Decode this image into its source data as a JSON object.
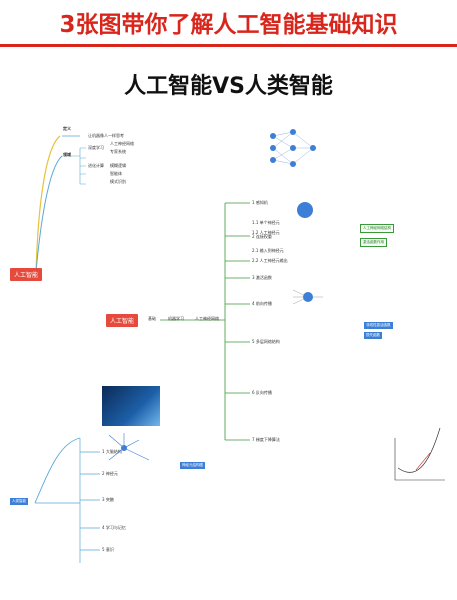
{
  "banner": {
    "title": "3张图带你了解人工智能基础知识"
  },
  "main": {
    "title": "人工智能VS人类智能"
  },
  "colors": {
    "banner_red": "#d9261c",
    "node_red": "#e64a3c",
    "branch_green": "#3a9a3a",
    "branch_yellow": "#e8c23a"
  },
  "map1": {
    "root": "人工智能",
    "defn_label": "定义",
    "defn_text": "让机器像人一样思考",
    "field_label": "领域",
    "field_items": [
      "深度学习",
      "人工神经网络",
      "专家系统",
      "进化计算",
      "模糊逻辑",
      "智能体",
      "模式识别"
    ]
  },
  "map2": {
    "root": "人工智能",
    "mid_left": "基础",
    "mid_right": "机器学习",
    "branch": "人工神经网络",
    "items": [
      "1 感知机",
      "1.1 单个神经元",
      "1.2 人工神经元",
      "2 连接权重",
      "2.1 输入到神经元",
      "2.2 人工神经元输出",
      "3 激活函数",
      "4 前向传播",
      "5 多层网络结构",
      "6 反向传播",
      "7 梯度下降算法"
    ],
    "green_tags": [
      "人工神经网络结构",
      "激活函数作用"
    ],
    "blue_tags": [
      "非线性激活函数",
      "损失函数"
    ]
  },
  "map3": {
    "root": "人类智能",
    "items": [
      "1 大脑结构",
      "2 神经元",
      "3 突触",
      "4 学习与记忆",
      "5 意识"
    ],
    "blue_tag": "神经元结构图"
  }
}
